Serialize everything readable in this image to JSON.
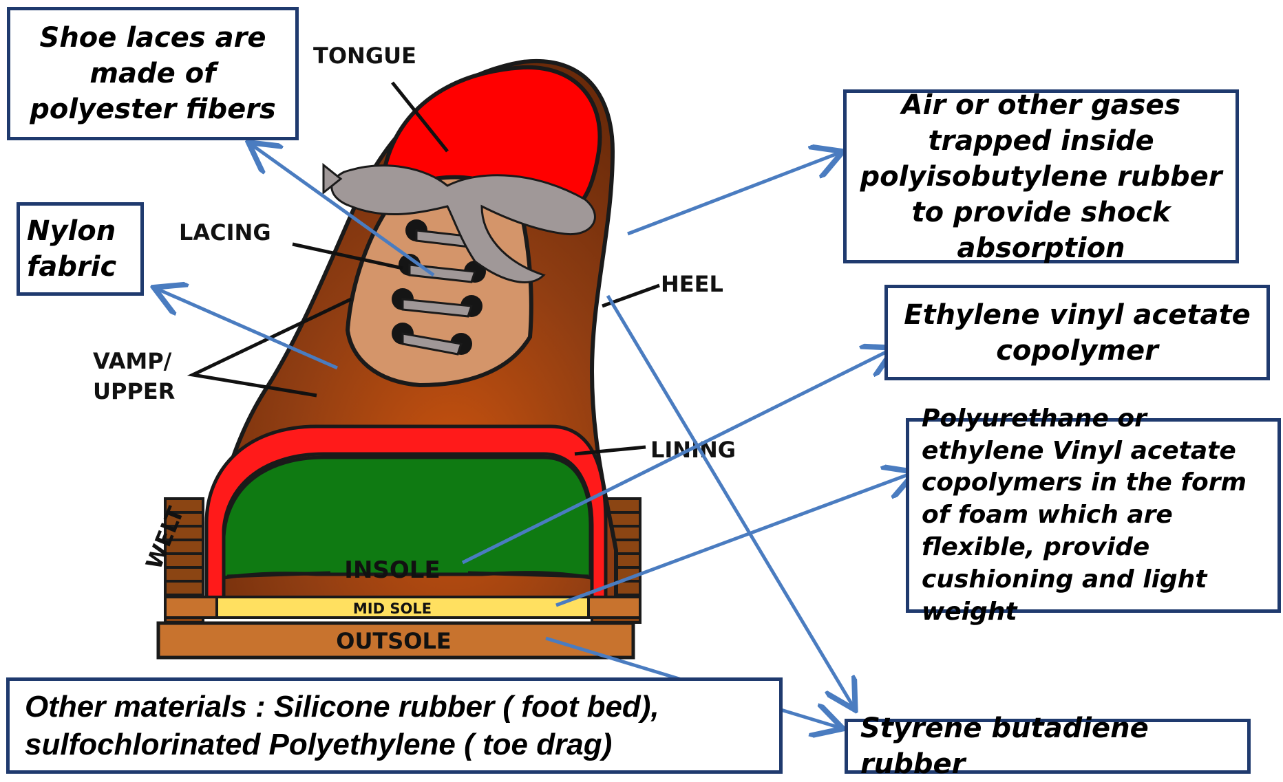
{
  "labels": {
    "tongue": "TONGUE",
    "lacing": "LACING",
    "heel": "HEEL",
    "vamp_line1": "VAMP/",
    "vamp_line2": "UPPER",
    "lining": "LINING",
    "welt": "WELT",
    "insole": "INSOLE",
    "mid_sole": "MID SOLE",
    "outsole": "OUTSOLE"
  },
  "callouts": {
    "laces": "Shoe laces are made of polyester fibers",
    "nylon": "Nylon fabric",
    "air": "Air or other gases trapped inside  polyisobutylene rubber to provide shock absorption",
    "eva": "Ethylene vinyl acetate copolymer",
    "pu": "Polyurethane or ethylene Vinyl acetate copolymers in the form of foam which are flexible, provide cushioning and light weight",
    "sbr": "Styrene butadiene rubber",
    "other": "Other materials : Silicone rubber ( foot bed), sulfochlorinated Polyethylene ( toe drag)"
  },
  "colors": {
    "box_border": "#1f3a6e",
    "arrow": "#4a7cc0",
    "upper_brown": "#8b4513",
    "tongue_red": "#ff0000",
    "insole_green": "#0f7a12",
    "midsole_yellow": "#ffe060",
    "outsole_tan": "#c8732e",
    "lacing_panel": "#d4956a",
    "lace_gray": "#a09898"
  }
}
